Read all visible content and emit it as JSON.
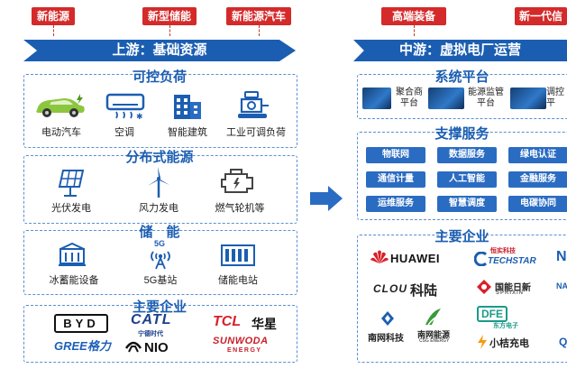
{
  "top_tags": {
    "left": [
      "新能源",
      "新型储能",
      "新能源汽车"
    ],
    "right": [
      "高端装备",
      "新一代信"
    ]
  },
  "upstream": {
    "banner": "上游：基础资源",
    "controllable_load": {
      "title": "可控负荷",
      "items": [
        "电动汽车",
        "空调",
        "智能建筑",
        "工业可调负荷"
      ]
    },
    "distributed_energy": {
      "title": "分布式能源",
      "items": [
        "光伏发电",
        "风力发电",
        "燃气轮机等"
      ]
    },
    "storage": {
      "title": "储　能",
      "items": [
        "冰蓄能设备",
        "5G基站",
        "储能电站"
      ],
      "badge_5g": "5G"
    },
    "companies": {
      "title": "主要企业",
      "logos": {
        "byd": "BYD",
        "catl": "CATL",
        "catl_sub": "宁德时代",
        "tcl": "TCL",
        "tcl_cn": "华星",
        "gree": "GREE格力",
        "nio": "NIO",
        "sunwoda": "SUNWODA",
        "sunwoda_sub": "ENERGY"
      }
    }
  },
  "midstream": {
    "banner": "中游：虚拟电厂运营",
    "platform": {
      "title": "系统平台",
      "items": [
        {
          "line1": "聚合商",
          "line2": "平台"
        },
        {
          "line1": "能源监管",
          "line2": "平台"
        },
        {
          "line1": "调控",
          "line2": "平"
        }
      ]
    },
    "services": {
      "title": "支撑服务",
      "rows": [
        [
          "物联网",
          "数据服务",
          "绿电认证"
        ],
        [
          "通信计量",
          "人工智能",
          "金融服务"
        ],
        [
          "运维服务",
          "智慧调度",
          "电碳协同"
        ]
      ]
    },
    "companies": {
      "title": "主要企业",
      "logos": {
        "huawei": "HUAWEI",
        "techstar": "TECHSTAR",
        "techstar_cn": "恒实科技",
        "kelu": "科陆",
        "clou": "CLOU",
        "sprixin": "国能日新",
        "sprixin_en": "SPRIXIN",
        "dfe": "DFE",
        "dfe_cn": "东方电子",
        "nanwang": "南网科技",
        "csg": "南网能源",
        "csg_en": "CSG ENERGY",
        "xiaoju": "小桔充电"
      }
    }
  }
}
